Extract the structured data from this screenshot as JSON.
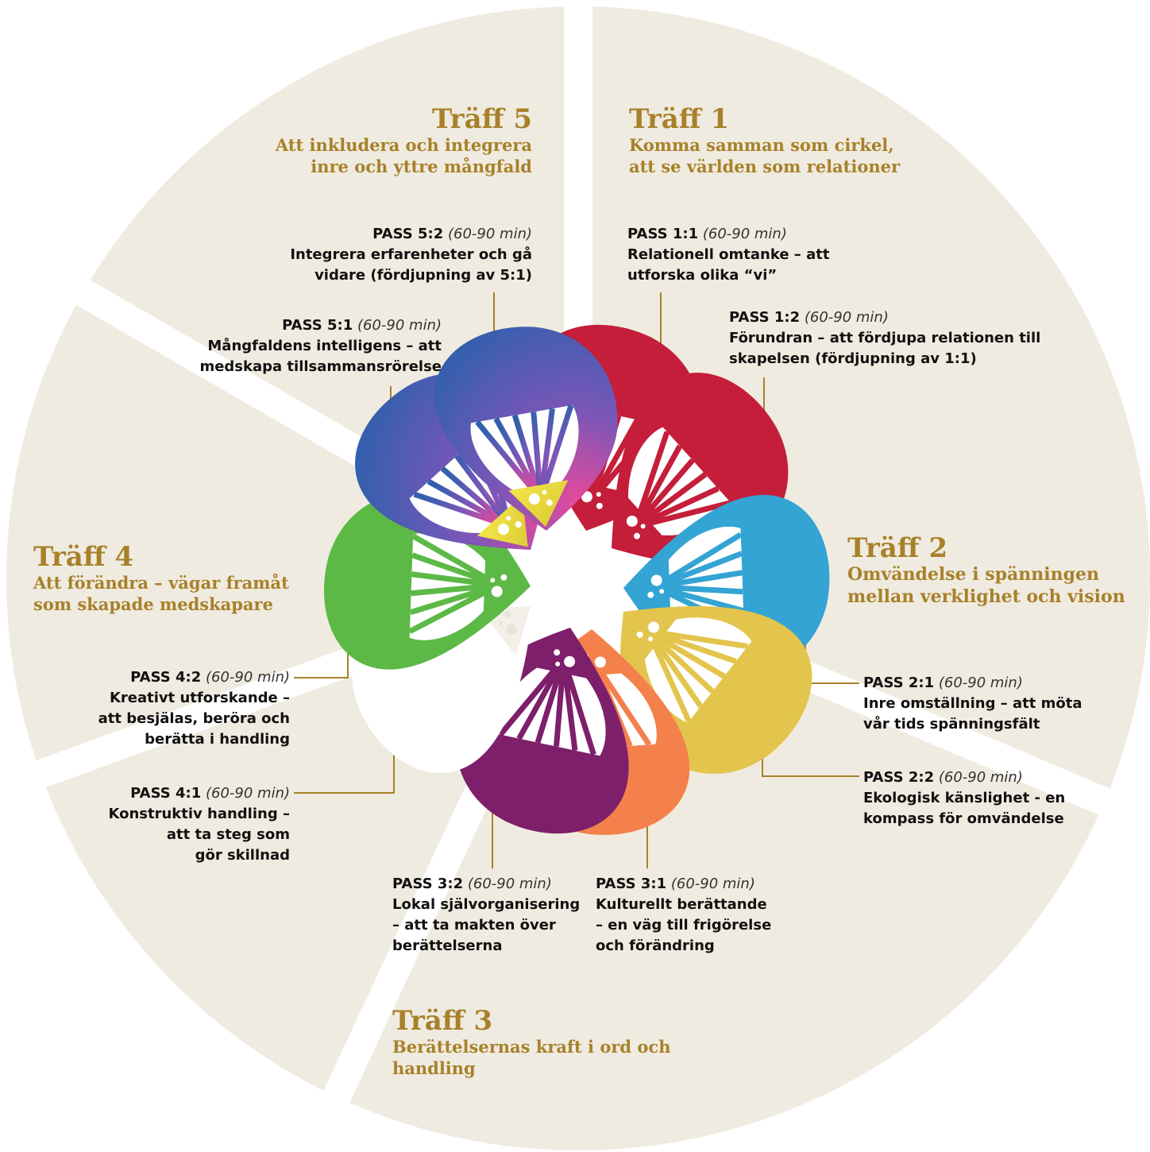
{
  "meetings": [
    {
      "id": "t1",
      "title": "Träff 1",
      "subtitle": [
        "Komma samman som cirkel,",
        "att se världen som  relationer"
      ]
    },
    {
      "id": "t2",
      "title": "Träff 2",
      "subtitle": [
        "Omvändelse i spänningen",
        "mellan verklighet och vision"
      ]
    },
    {
      "id": "t3",
      "title": "Träff 3",
      "subtitle": [
        "Berättelsernas kraft i ord och",
        "handling"
      ]
    },
    {
      "id": "t4",
      "title": "Träff 4",
      "subtitle": [
        "Att förändra – vägar framåt",
        "som skapade medskapare"
      ]
    },
    {
      "id": "t5",
      "title": "Träff 5",
      "subtitle": [
        "Att inkludera och integrera",
        "inre och yttre mångfald"
      ]
    }
  ],
  "passes": [
    {
      "code": "PASS 1:1",
      "duration": "(60-90 min)",
      "desc": [
        "Relationell omtanke – att",
        "utforska olika “vi”"
      ]
    },
    {
      "code": "PASS 1:2",
      "duration": "(60-90 min)",
      "desc": [
        "Förundran – att fördjupa relationen till",
        "skapelsen (fördjupning av 1:1)"
      ]
    },
    {
      "code": "PASS 2:1",
      "duration": "(60-90 min)",
      "desc": [
        "Inre omställning – att möta",
        "vår tids spänningsfält"
      ]
    },
    {
      "code": "PASS 2:2",
      "duration": "(60-90 min)",
      "desc": [
        "Ekologisk känslighet - en",
        "kompass för omvändelse"
      ]
    },
    {
      "code": "PASS 3:1",
      "duration": "(60-90 min)",
      "desc": [
        "Kulturellt berättande",
        "– en väg till frigörelse",
        "och förändring"
      ]
    },
    {
      "code": "PASS 3:2",
      "duration": "(60-90 min)",
      "desc": [
        "Lokal självorganisering",
        "– att ta makten över",
        "berättelserna"
      ]
    },
    {
      "code": "PASS 4:1",
      "duration": "(60-90 min)",
      "desc": [
        "Konstruktiv handling –",
        "att ta steg som",
        "gör skillnad"
      ]
    },
    {
      "code": "PASS 4:2",
      "duration": "(60-90 min)",
      "desc": [
        "Kreativt utforskande –",
        "att besjälas, beröra och",
        "berätta i handling"
      ]
    },
    {
      "code": "PASS 5:1",
      "duration": "(60-90 min)",
      "desc": [
        "Mångfaldens intelligens – att",
        "medskapa tillsammansrörelse"
      ]
    },
    {
      "code": "PASS 5:2",
      "duration": "(60-90 min)",
      "desc": [
        "Integrera erfarenheter och gå",
        "vidare (fördjupning av 5:1)"
      ]
    }
  ],
  "colors": {
    "background_segment": "#f0ebe0",
    "gold": "#a7812a",
    "red": "#c41e3a",
    "blue": "#33a4d4",
    "yellow": "#e3c54e",
    "orange": "#f4804c",
    "purple": "#7d1f6b",
    "white": "#ffffff",
    "green": "#5cb946",
    "indigo": "#3d5aab",
    "violet": "#6a4cb0"
  }
}
